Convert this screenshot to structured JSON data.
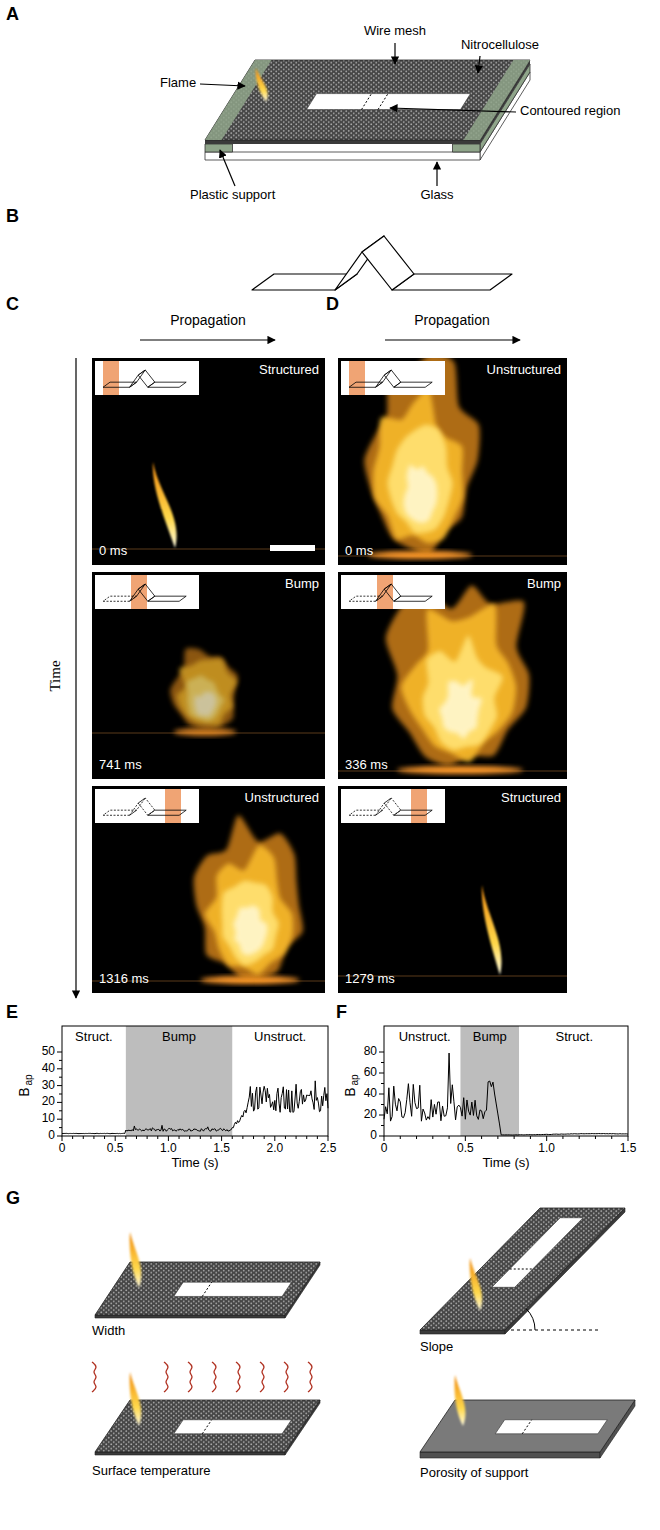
{
  "diagram": {
    "nodes": [
      {
        "text": [
          "Structured",
          "0 ms"
        ]
      },
      {
        "text": [
          "Unstructured",
          "0 ms"
        ]
      },
      {
        "text": [
          "Bump",
          "741 ms"
        ]
      },
      {
        "text": [
          "Bump",
          "336 ms"
        ]
      },
      {
        "text": [
          "Unstructured",
          "1316 ms"
        ]
      },
      {
        "text": [
          "Structured",
          "1279 ms"
        ]
      }
    ],
    "labels": [
      "A",
      "Flame",
      "Wire mesh",
      "Nitrocellulose",
      "Contoured region",
      "Plastic support",
      "Glass",
      "B",
      "C",
      "Propagation",
      "D",
      "Propagation",
      "Time",
      "E",
      "Struct.",
      "Bump",
      "Unstruct.",
      "B",
      "ap",
      "0",
      "10",
      "20",
      "30",
      "40",
      "50",
      "0",
      "0.5",
      "1.0",
      "1.5",
      "2.0",
      "2.5",
      "Time (s)",
      "F",
      "Unstruct.",
      "Bump",
      "Struct.",
      "B",
      "ap",
      "0",
      "20",
      "40",
      "60",
      "80",
      "0",
      "0.5",
      "1.0",
      "1.5",
      "Time (s)",
      "G",
      "Width",
      "Slope",
      "Surface temperature",
      "Porosity of support"
    ]
  }
}
